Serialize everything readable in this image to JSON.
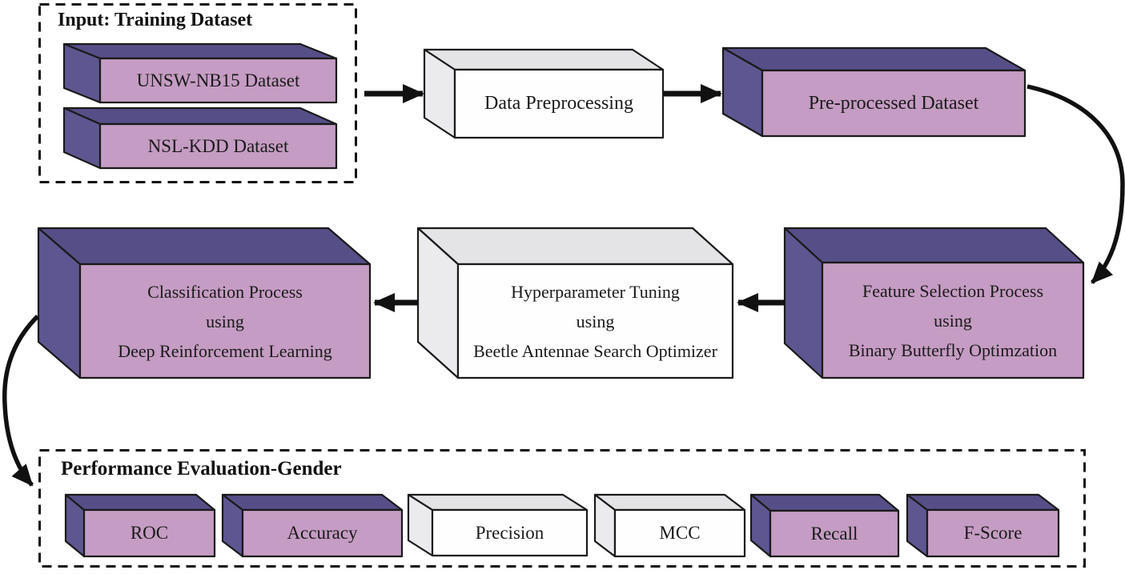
{
  "groups": {
    "input": {
      "title": "Input: Training Dataset"
    },
    "performance": {
      "title": "Performance Evaluation-Gender"
    }
  },
  "boxes": {
    "unsw": {
      "label": "UNSW-NB15 Dataset",
      "style": "pink"
    },
    "nsl": {
      "label": "NSL-KDD Dataset",
      "style": "pink"
    },
    "preprocessing": {
      "label": "Data Preprocessing",
      "style": "white"
    },
    "preprocessed": {
      "label": "Pre-processed Dataset",
      "style": "pink"
    },
    "feature_selection": {
      "label": "Feature Selection Process\nusing\nBinary Butterfly Optimzation",
      "style": "pink"
    },
    "hyperparameter": {
      "label": "Hyperparameter Tuning\nusing\nBeetle Antennae Search Optimizer",
      "style": "white"
    },
    "classification": {
      "label": "Classification Process\nusing\nDeep Reinforcement Learning",
      "style": "pink"
    },
    "roc": {
      "label": "ROC",
      "style": "pink"
    },
    "accuracy": {
      "label": "Accuracy",
      "style": "pink"
    },
    "precision": {
      "label": "Precision",
      "style": "white"
    },
    "mcc": {
      "label": "MCC",
      "style": "white"
    },
    "recall": {
      "label": "Recall",
      "style": "pink"
    },
    "fscore": {
      "label": "F-Score",
      "style": "pink"
    }
  },
  "colors": {
    "pink_front": "#c59cc3",
    "purple_top": "#564e87",
    "purple_side": "#5e5690",
    "white_front": "#fefefe",
    "gray_top": "#e4e4e6",
    "gray_side": "#ebebed",
    "outline": "#1a1a1a",
    "arrow": "#111111",
    "background": "#ffffff"
  }
}
